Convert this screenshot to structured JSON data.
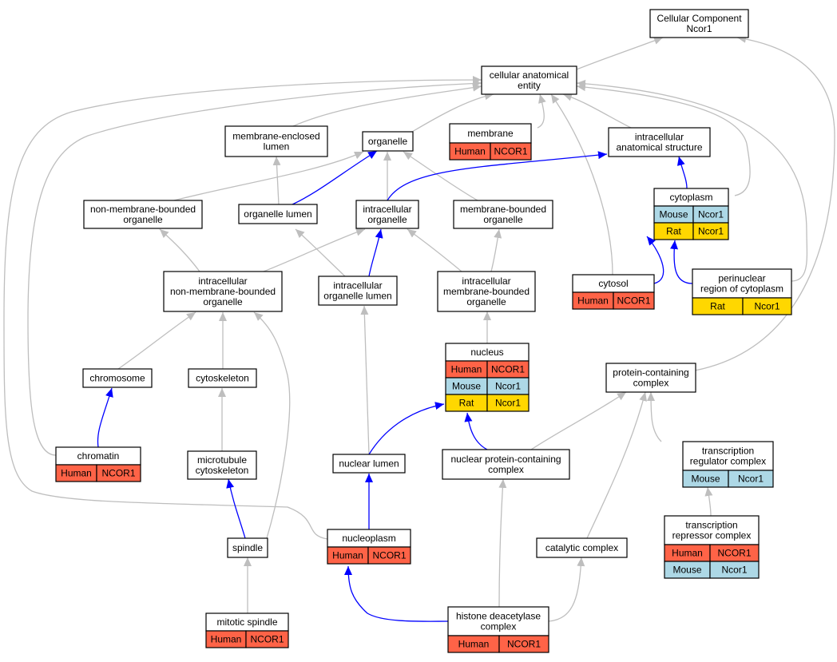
{
  "colors": {
    "Human": "#FF6347",
    "Mouse": "#ADD8E6",
    "Rat": "#FFD700",
    "is_a_edge": "#BEBEBE",
    "part_of_edge": "#0000FF"
  },
  "nodes": {
    "root": {
      "lines": [
        "Cellular Component",
        "Ncor1"
      ],
      "species": []
    },
    "cae": {
      "lines": [
        "cellular anatomical",
        "entity"
      ],
      "species": []
    },
    "mel": {
      "lines": [
        "membrane-enclosed",
        "lumen"
      ],
      "species": []
    },
    "organelle": {
      "lines": [
        "organelle"
      ],
      "species": []
    },
    "membrane": {
      "lines": [
        "membrane"
      ],
      "species": [
        [
          "Human",
          "NCOR1"
        ]
      ]
    },
    "ias": {
      "lines": [
        "intracellular",
        "anatomical structure"
      ],
      "species": []
    },
    "nmbo": {
      "lines": [
        "non-membrane-bounded",
        "organelle"
      ],
      "species": []
    },
    "olumen": {
      "lines": [
        "organelle lumen"
      ],
      "species": []
    },
    "io": {
      "lines": [
        "intracellular",
        "organelle"
      ],
      "species": []
    },
    "mbo": {
      "lines": [
        "membrane-bounded",
        "organelle"
      ],
      "species": []
    },
    "cytoplasm": {
      "lines": [
        "cytoplasm"
      ],
      "species": [
        [
          "Mouse",
          "Ncor1"
        ],
        [
          "Rat",
          "Ncor1"
        ]
      ]
    },
    "inmbo": {
      "lines": [
        "intracellular",
        "non-membrane-bounded",
        "organelle"
      ],
      "species": []
    },
    "iol": {
      "lines": [
        "intracellular",
        "organelle lumen"
      ],
      "species": []
    },
    "imbo": {
      "lines": [
        "intracellular",
        "membrane-bounded",
        "organelle"
      ],
      "species": []
    },
    "cytosol": {
      "lines": [
        "cytosol"
      ],
      "species": [
        [
          "Human",
          "NCOR1"
        ]
      ]
    },
    "perinuclear": {
      "lines": [
        "perinuclear",
        "region of cytoplasm"
      ],
      "species": [
        [
          "Rat",
          "Ncor1"
        ]
      ]
    },
    "nucleus": {
      "lines": [
        "nucleus"
      ],
      "species": [
        [
          "Human",
          "NCOR1"
        ],
        [
          "Mouse",
          "Ncor1"
        ],
        [
          "Rat",
          "Ncor1"
        ]
      ]
    },
    "chromosome": {
      "lines": [
        "chromosome"
      ],
      "species": []
    },
    "cytoskeleton": {
      "lines": [
        "cytoskeleton"
      ],
      "species": []
    },
    "pcc": {
      "lines": [
        "protein-containing",
        "complex"
      ],
      "species": []
    },
    "chromatin": {
      "lines": [
        "chromatin"
      ],
      "species": [
        [
          "Human",
          "NCOR1"
        ]
      ]
    },
    "mcyto": {
      "lines": [
        "microtubule",
        "cytoskeleton"
      ],
      "species": []
    },
    "nlumen": {
      "lines": [
        "nuclear lumen"
      ],
      "species": []
    },
    "npcc": {
      "lines": [
        "nuclear protein-containing",
        "complex"
      ],
      "species": []
    },
    "trc": {
      "lines": [
        "transcription",
        "regulator complex"
      ],
      "species": [
        [
          "Mouse",
          "Ncor1"
        ]
      ]
    },
    "nucleoplasm": {
      "lines": [
        "nucleoplasm"
      ],
      "species": [
        [
          "Human",
          "NCOR1"
        ]
      ]
    },
    "spindle": {
      "lines": [
        "spindle"
      ],
      "species": []
    },
    "catalytic": {
      "lines": [
        "catalytic complex"
      ],
      "species": []
    },
    "trepc": {
      "lines": [
        "transcription",
        "repressor complex"
      ],
      "species": [
        [
          "Human",
          "NCOR1"
        ],
        [
          "Mouse",
          "Ncor1"
        ]
      ]
    },
    "mspindle": {
      "lines": [
        "mitotic spindle"
      ],
      "species": [
        [
          "Human",
          "NCOR1"
        ]
      ]
    },
    "hdac": {
      "lines": [
        "histone deacetylase",
        "complex"
      ],
      "species": [
        [
          "Human",
          "NCOR1"
        ]
      ]
    }
  }
}
